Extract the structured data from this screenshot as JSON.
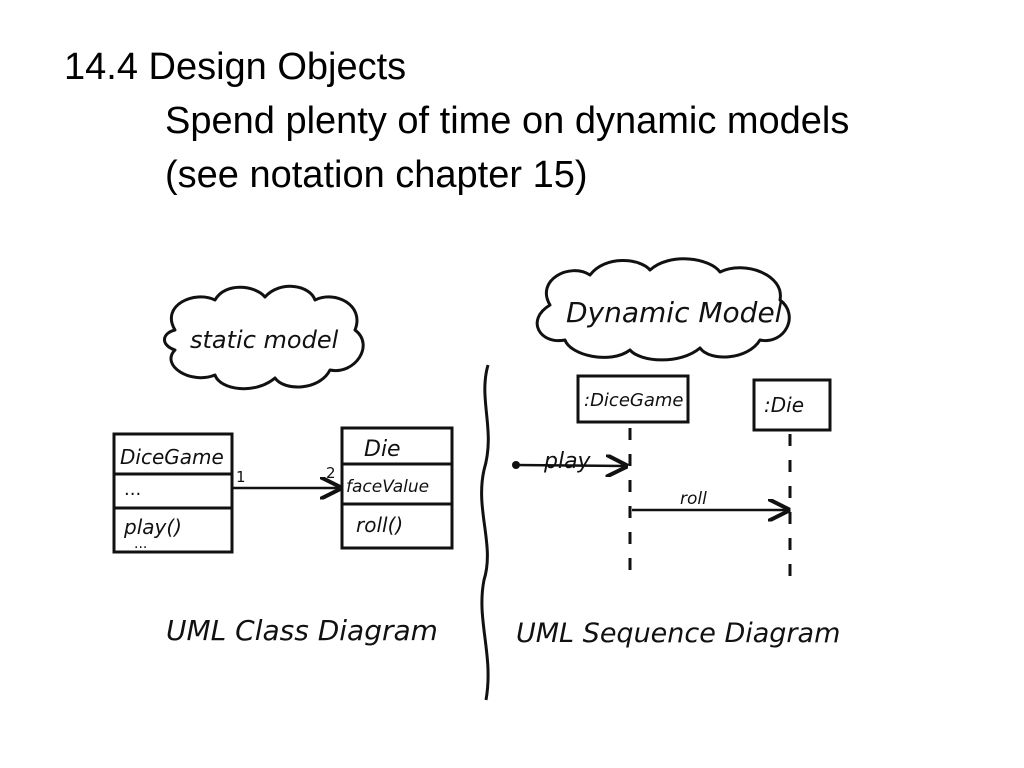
{
  "slide": {
    "title": "14.4 Design Objects",
    "line2": "Spend plenty of time on dynamic models",
    "line3": "(see notation chapter 15)"
  },
  "diagram": {
    "static_cloud_label": "static model",
    "dynamic_cloud_label": "Dynamic Model",
    "class_diagram": {
      "dicegame_class": {
        "name": "DiceGame",
        "attributes": "...",
        "method": "play()",
        "more": "..."
      },
      "die_class": {
        "name": "Die",
        "attribute": "faceValue",
        "method": "roll()"
      },
      "association": {
        "left_multiplicity": "1",
        "right_multiplicity": "2"
      },
      "caption": "UML Class Diagram"
    },
    "sequence_diagram": {
      "dicegame_object": ":DiceGame",
      "die_object": ":Die",
      "message_play": "play",
      "message_roll": "roll",
      "caption": "UML Sequence Diagram"
    }
  },
  "colors": {
    "ink": "#111111",
    "paper": "#ffffff",
    "text": "#000000"
  }
}
